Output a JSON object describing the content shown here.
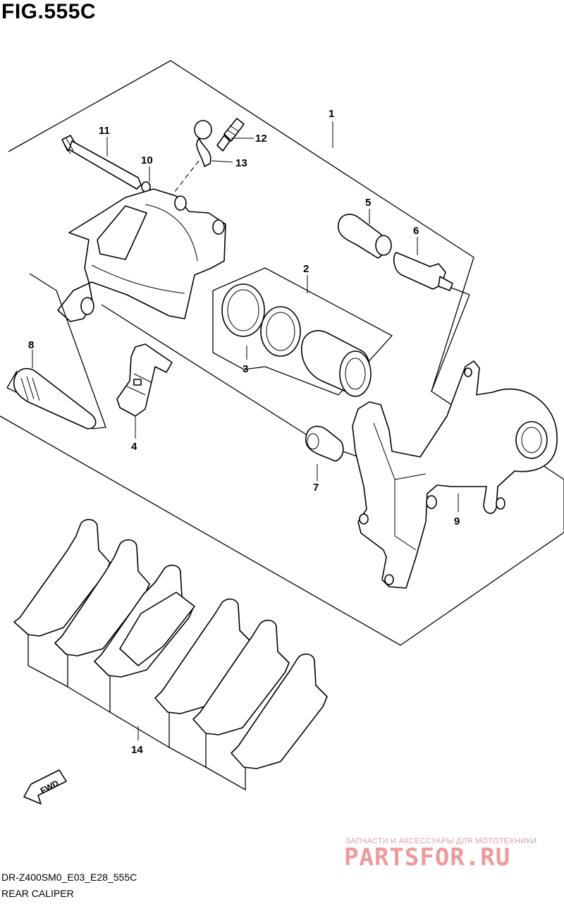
{
  "figure": {
    "title": "FIG.555C",
    "model_code": "DR-Z400SM0_E03_E28_555C",
    "caption": "REAR CALIPER"
  },
  "callouts": [
    "1",
    "2",
    "3",
    "4",
    "5",
    "6",
    "7",
    "8",
    "9",
    "10",
    "11",
    "12",
    "13",
    "14"
  ],
  "direction_arrow": {
    "label": "FWD",
    "icon": "fwd-arrow-icon"
  },
  "watermark": {
    "tagline": "ЗАПЧАСТИ И АКСЕССУАРЫ ДЛЯ МОТОТЕХНИКИ",
    "brand": "PARTSFOR.RU",
    "color": "#ee9a9a"
  }
}
